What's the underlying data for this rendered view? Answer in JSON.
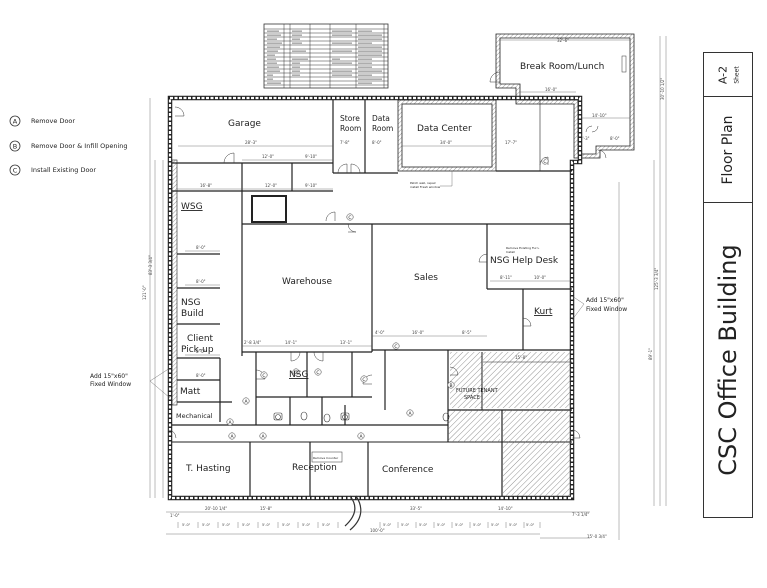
{
  "title_block": {
    "sheet_number": "A-2",
    "sheet_label": "Sheet",
    "drawing_title": "Floor Plan",
    "project_name": "CSC Office Building"
  },
  "legend": {
    "items": [
      {
        "symbol": "A",
        "label": "Remove Door"
      },
      {
        "symbol": "B",
        "label": "Remove Door & Infill Opening"
      },
      {
        "symbol": "C",
        "label": "Install Existing Door"
      }
    ]
  },
  "notes": {
    "window_left": [
      "Add 15\"x60\"",
      "Fixed Window"
    ],
    "window_right": [
      "Add 15\"x60\"",
      "Fixed Window"
    ],
    "datacenter_note": [
      "Patch wall, repair",
      "install Fresh window"
    ],
    "helpdesk_note": [
      "Remove Existing Furn.",
      "Install"
    ],
    "reception_note": "Remove Counter"
  },
  "rooms": {
    "break_room": "Break Room/Lunch",
    "garage": "Garage",
    "store_room": [
      "Store",
      "Room"
    ],
    "data_room": [
      "Data",
      "Room"
    ],
    "data_center": "Data Center",
    "wsg": "WSG",
    "warehouse": "Warehouse",
    "sales": "Sales",
    "nsg_help_desk": "NSG Help Desk",
    "kurt": "Kurt",
    "nsg_build": [
      "NSG",
      "Build"
    ],
    "client_pickup": [
      "Client",
      "Pick-up"
    ],
    "nsg": "NSG",
    "matt": "Matt",
    "mechanical": "Mechanical",
    "future_tenant": [
      "FUTURE TENANT",
      "SPACE"
    ],
    "t_hasting": "T. Hasting",
    "reception": "Reception",
    "conference": "Conference"
  },
  "dimensions": {
    "garage_width": "28'-3\"",
    "store_room": "7'-8\"",
    "data_room": "8'-0\"",
    "data_center": "34'-0\"",
    "break_room_width": "32'-6\"",
    "break_room_lower": "16'-0\"",
    "break_right_a": "14'-10\"",
    "break_right_b": "8'-3\"",
    "break_right_c": "8'-0\"",
    "corr_a": "12'-0\"",
    "corr_b": "9'-10\"",
    "wsg_width": "16'-8\"",
    "wsg_mid": "12'-0\"",
    "wsg_right": "9'-10\"",
    "upper_right": "17'-7\"",
    "nsg_build_dim": "8'-0\"",
    "client_dim": "8'-0\"",
    "matt_dim": "8'-0\"",
    "warehouse_left": "2'-8 3/4\"",
    "warehouse_mid": "14'-1\"",
    "warehouse_right": "13'-1\"",
    "helpdesk_a": "8'-11\"",
    "helpdesk_b": "10'-0\"",
    "sales_a": "4'-0\"",
    "sales_b": "16'-0\"",
    "sales_c": "8'-5\"",
    "future_top": "15'-8\"",
    "conference_width": "33'-5\"",
    "tenant_width": "14'-10\"",
    "bottom_left": "20'-10 1/4\"",
    "bottom_mid": "15'-8\"",
    "bottom_total": "100'-0\"",
    "bottom_right_offset": "15'-0 3/4\"",
    "left_overall": "121'-0\"",
    "left_mid": "83'-3 3/4\"",
    "right_overall": "125'-3 3/4\"",
    "right_mid": "89'-1\"",
    "right_top": "30'-10 1/2\"",
    "module": "5'-0\"",
    "corner_a": "1'-0\"",
    "corner_b": "7'-3 1/4\""
  },
  "schedule_table": {
    "rows": 15,
    "columns": 6,
    "legible": false
  },
  "door_markers": [
    "A",
    "B",
    "C"
  ]
}
